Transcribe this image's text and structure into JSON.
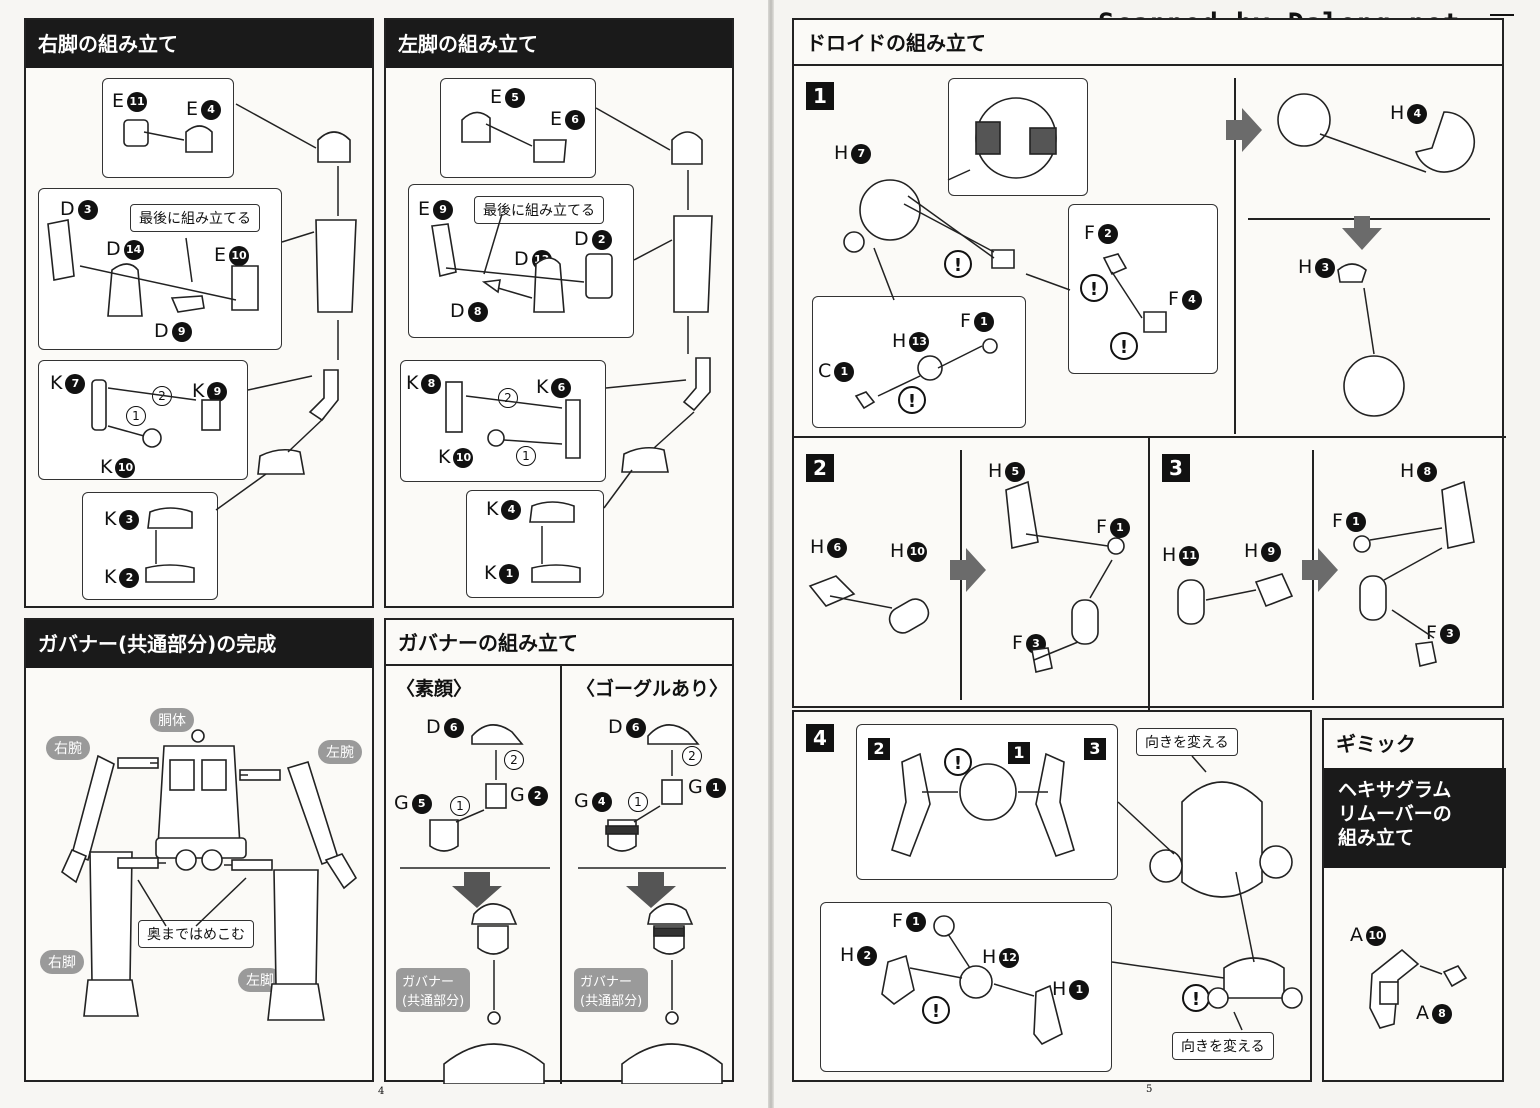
{
  "watermark": "Scanned by Dalong.net",
  "page_numbers": {
    "left": "4",
    "right": "5"
  },
  "right_leg": {
    "title": "右脚の組み立て",
    "note": "最後に組み立てる",
    "labels": {
      "e11": "E",
      "e4": "E",
      "d3": "D",
      "d14": "D",
      "e10": "E",
      "d9": "D",
      "k7": "K",
      "k9": "K",
      "k10": "K",
      "k3": "K",
      "k2": "K"
    },
    "nums": {
      "e11": "11",
      "e4": "4",
      "d3": "3",
      "d14": "14",
      "e10": "10",
      "d9": "9",
      "k7": "7",
      "k9": "9",
      "k10": "10",
      "k3": "3",
      "k2": "2",
      "s1": "1",
      "s2": "2"
    }
  },
  "left_leg": {
    "title": "左脚の組み立て",
    "note": "最後に組み立てる",
    "labels": {
      "e5": "E",
      "e6": "E",
      "e9": "E",
      "d2": "D",
      "d13": "D",
      "d8": "D",
      "k8": "K",
      "k6": "K",
      "k10": "K",
      "k4": "K",
      "k1": "K"
    },
    "nums": {
      "e5": "5",
      "e6": "6",
      "e9": "9",
      "d2": "2",
      "d13": "13",
      "d8": "8",
      "k8": "8",
      "k6": "6",
      "k10": "10",
      "k4": "4",
      "k1": "1",
      "s1": "1",
      "s2": "2"
    }
  },
  "governor_complete": {
    "title": "ガバナー(共通部分)の完成",
    "labels": {
      "torso": "胴体",
      "right_arm": "右腕",
      "left_arm": "左腕",
      "right_leg": "右脚",
      "left_leg": "左脚"
    },
    "note": "奥まではめこむ"
  },
  "governor_assembly": {
    "title": "ガバナーの組み立て",
    "bare_face": {
      "heading": "〈素顔〉",
      "labels": {
        "d": "D",
        "g5": "G",
        "g2": "G"
      },
      "nums": {
        "d": "6",
        "g5": "5",
        "g2": "2",
        "s1": "1",
        "s2": "2"
      },
      "result": "ガバナー\n(共通部分)"
    },
    "goggles": {
      "heading": "〈ゴーグルあり〉",
      "labels": {
        "d": "D",
        "g4": "G",
        "g1": "G"
      },
      "nums": {
        "d": "6",
        "g4": "4",
        "g1": "1",
        "s1": "1",
        "s2": "2"
      },
      "result": "ガバナー\n(共通部分)"
    }
  },
  "droid": {
    "title": "ドロイドの組み立て",
    "steps": [
      "1",
      "2",
      "3",
      "4"
    ],
    "step1": {
      "labels": {
        "h7": "H",
        "h4": "H",
        "h3": "H",
        "f2": "F",
        "f4": "F",
        "f1": "F",
        "h13": "H",
        "c1": "C"
      },
      "nums": {
        "h7": "7",
        "h4": "4",
        "h3": "3",
        "f2": "2",
        "f4": "4",
        "f1": "1",
        "h13": "13",
        "c1": "1"
      }
    },
    "step2": {
      "labels": {
        "h5": "H",
        "h6": "H",
        "h10": "H",
        "f1": "F",
        "f3": "F"
      },
      "nums": {
        "h5": "5",
        "h6": "6",
        "h10": "10",
        "f1": "1",
        "f3": "3"
      }
    },
    "step3": {
      "labels": {
        "h8": "H",
        "f1": "F",
        "h11": "H",
        "h9": "H",
        "f3": "F"
      },
      "nums": {
        "h8": "8",
        "f1": "1",
        "h11": "11",
        "h9": "9",
        "f3": "3"
      }
    },
    "step4": {
      "labels": {
        "f1": "F",
        "h2": "H",
        "h12": "H",
        "h1": "H"
      },
      "nums": {
        "f1": "1",
        "h2": "2",
        "h12": "12",
        "h1": "1"
      },
      "sub_steps": [
        "2",
        "1",
        "3"
      ],
      "note_top": "向きを変える",
      "note_bottom": "向きを変える"
    },
    "warning_mark": "!"
  },
  "gimmick": {
    "title": "ギミック",
    "subtitle": "ヘキサグラム\nリムーバーの\n組み立て",
    "labels": {
      "a10": "A",
      "a8": "A"
    },
    "nums": {
      "a10": "10",
      "a8": "8"
    }
  }
}
